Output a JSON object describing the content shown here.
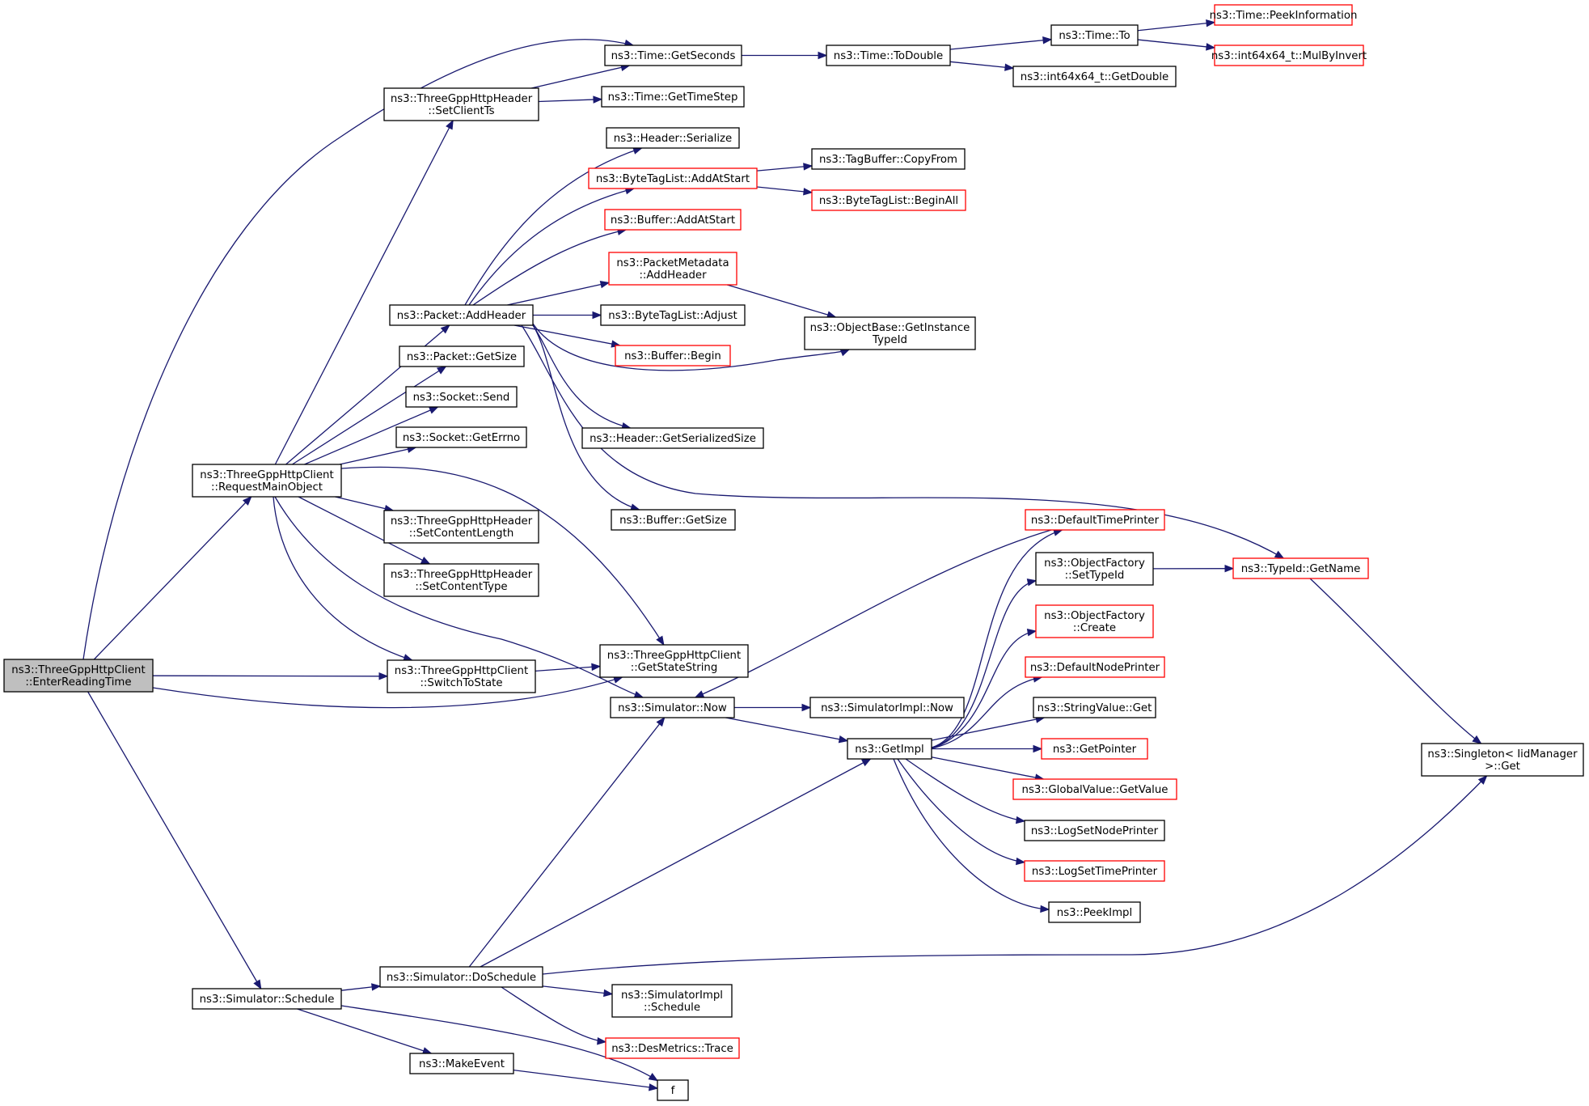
{
  "colors": {
    "edge": "#191970",
    "box_border": "#000000",
    "box_border_incomplete": "#ff0000",
    "root_fill": "#bfbfbf",
    "box_fill": "#ffffff"
  },
  "nodes": [
    {
      "id": "enterreadingtime",
      "lines": [
        "ns3::ThreeGppHttpClient",
        "::EnterReadingTime"
      ],
      "style": "root"
    },
    {
      "id": "getseconds",
      "lines": [
        "ns3::Time::GetSeconds"
      ],
      "style": "normal"
    },
    {
      "id": "todouble",
      "lines": [
        "ns3::Time::ToDouble"
      ],
      "style": "normal"
    },
    {
      "id": "timeto",
      "lines": [
        "ns3::Time::To"
      ],
      "style": "normal"
    },
    {
      "id": "peekinformation",
      "lines": [
        "ns3::Time::PeekInformation"
      ],
      "style": "red"
    },
    {
      "id": "mulbyinvert",
      "lines": [
        "ns3::int64x64_t::MulByInvert"
      ],
      "style": "red"
    },
    {
      "id": "getdouble",
      "lines": [
        "ns3::int64x64_t::GetDouble"
      ],
      "style": "normal"
    },
    {
      "id": "setclientts",
      "lines": [
        "ns3::ThreeGppHttpHeader",
        "::SetClientTs"
      ],
      "style": "normal"
    },
    {
      "id": "gettimestep",
      "lines": [
        "ns3::Time::GetTimeStep"
      ],
      "style": "normal"
    },
    {
      "id": "headerserialize",
      "lines": [
        "ns3::Header::Serialize"
      ],
      "style": "normal"
    },
    {
      "id": "bytetaglistaddatstart",
      "lines": [
        "ns3::ByteTagList::AddAtStart"
      ],
      "style": "red"
    },
    {
      "id": "tagbuffercopyfrom",
      "lines": [
        "ns3::TagBuffer::CopyFrom"
      ],
      "style": "normal"
    },
    {
      "id": "bytetaglistbeginall",
      "lines": [
        "ns3::ByteTagList::BeginAll"
      ],
      "style": "red"
    },
    {
      "id": "bufferaddatstart",
      "lines": [
        "ns3::Buffer::AddAtStart"
      ],
      "style": "red"
    },
    {
      "id": "packetmetadataaddheader",
      "lines": [
        "ns3::PacketMetadata",
        "::AddHeader"
      ],
      "style": "red"
    },
    {
      "id": "getinstancetypeid",
      "lines": [
        "ns3::ObjectBase::GetInstance",
        "TypeId"
      ],
      "style": "normal"
    },
    {
      "id": "packetaddheader",
      "lines": [
        "ns3::Packet::AddHeader"
      ],
      "style": "normal"
    },
    {
      "id": "bytetaglistadjust",
      "lines": [
        "ns3::ByteTagList::Adjust"
      ],
      "style": "normal"
    },
    {
      "id": "bufferbegin",
      "lines": [
        "ns3::Buffer::Begin"
      ],
      "style": "red"
    },
    {
      "id": "packetgetsize",
      "lines": [
        "ns3::Packet::GetSize"
      ],
      "style": "normal"
    },
    {
      "id": "socketsend",
      "lines": [
        "ns3::Socket::Send"
      ],
      "style": "normal"
    },
    {
      "id": "socketgeterrno",
      "lines": [
        "ns3::Socket::GetErrno"
      ],
      "style": "normal"
    },
    {
      "id": "headergetserializedsize",
      "lines": [
        "ns3::Header::GetSerializedSize"
      ],
      "style": "normal"
    },
    {
      "id": "requestmainobject",
      "lines": [
        "ns3::ThreeGppHttpClient",
        "::RequestMainObject"
      ],
      "style": "normal"
    },
    {
      "id": "buffergetsize",
      "lines": [
        "ns3::Buffer::GetSize"
      ],
      "style": "normal"
    },
    {
      "id": "setcontentlength",
      "lines": [
        "ns3::ThreeGppHttpHeader",
        "::SetContentLength"
      ],
      "style": "normal"
    },
    {
      "id": "setcontenttype",
      "lines": [
        "ns3::ThreeGppHttpHeader",
        "::SetContentType"
      ],
      "style": "normal"
    },
    {
      "id": "defaulttimeprinter",
      "lines": [
        "ns3::DefaultTimePrinter"
      ],
      "style": "red"
    },
    {
      "id": "objectfactorysettypeid",
      "lines": [
        "ns3::ObjectFactory",
        "::SetTypeId"
      ],
      "style": "normal"
    },
    {
      "id": "typeidgetname",
      "lines": [
        "ns3::TypeId::GetName"
      ],
      "style": "red"
    },
    {
      "id": "objectfactorycreate",
      "lines": [
        "ns3::ObjectFactory",
        "::Create"
      ],
      "style": "red"
    },
    {
      "id": "switchtostate",
      "lines": [
        "ns3::ThreeGppHttpClient",
        "::SwitchToState"
      ],
      "style": "normal"
    },
    {
      "id": "getstatestring",
      "lines": [
        "ns3::ThreeGppHttpClient",
        "::GetStateString"
      ],
      "style": "normal"
    },
    {
      "id": "defaultnodeprinter",
      "lines": [
        "ns3::DefaultNodePrinter"
      ],
      "style": "red"
    },
    {
      "id": "simulatornow",
      "lines": [
        "ns3::Simulator::Now"
      ],
      "style": "normal"
    },
    {
      "id": "simulatorimplnow",
      "lines": [
        "ns3::SimulatorImpl::Now"
      ],
      "style": "normal"
    },
    {
      "id": "stringvalueget",
      "lines": [
        "ns3::StringValue::Get"
      ],
      "style": "normal"
    },
    {
      "id": "getimpl",
      "lines": [
        "ns3::GetImpl"
      ],
      "style": "normal"
    },
    {
      "id": "getpointer",
      "lines": [
        "ns3::GetPointer"
      ],
      "style": "red"
    },
    {
      "id": "singletonget",
      "lines": [
        "ns3::Singleton< IidManager",
        " >::Get"
      ],
      "style": "normal"
    },
    {
      "id": "globalvaluegetvalue",
      "lines": [
        "ns3::GlobalValue::GetValue"
      ],
      "style": "red"
    },
    {
      "id": "logsetnodeprinter",
      "lines": [
        "ns3::LogSetNodePrinter"
      ],
      "style": "normal"
    },
    {
      "id": "logsettimeprinter",
      "lines": [
        "ns3::LogSetTimePrinter"
      ],
      "style": "red"
    },
    {
      "id": "peekimpl",
      "lines": [
        "ns3::PeekImpl"
      ],
      "style": "normal"
    },
    {
      "id": "doschedule",
      "lines": [
        "ns3::Simulator::DoSchedule"
      ],
      "style": "normal"
    },
    {
      "id": "simulatorschedule",
      "lines": [
        "ns3::Simulator::Schedule"
      ],
      "style": "normal"
    },
    {
      "id": "simulatorimplschedule",
      "lines": [
        "ns3::SimulatorImpl",
        "::Schedule"
      ],
      "style": "normal"
    },
    {
      "id": "desmetricstrace",
      "lines": [
        "ns3::DesMetrics::Trace"
      ],
      "style": "red"
    },
    {
      "id": "makeevent",
      "lines": [
        "ns3::MakeEvent"
      ],
      "style": "normal"
    },
    {
      "id": "f",
      "lines": [
        "f"
      ],
      "style": "normal"
    }
  ],
  "edges": [
    [
      "enterreadingtime",
      "getseconds"
    ],
    [
      "enterreadingtime",
      "requestmainobject"
    ],
    [
      "enterreadingtime",
      "switchtostate"
    ],
    [
      "enterreadingtime",
      "getstatestring"
    ],
    [
      "enterreadingtime",
      "simulatorschedule"
    ],
    [
      "getseconds",
      "todouble"
    ],
    [
      "todouble",
      "timeto"
    ],
    [
      "todouble",
      "getdouble"
    ],
    [
      "timeto",
      "peekinformation"
    ],
    [
      "timeto",
      "mulbyinvert"
    ],
    [
      "setclientts",
      "getseconds"
    ],
    [
      "setclientts",
      "gettimestep"
    ],
    [
      "requestmainobject",
      "setclientts"
    ],
    [
      "requestmainobject",
      "packetaddheader"
    ],
    [
      "requestmainobject",
      "packetgetsize"
    ],
    [
      "requestmainobject",
      "socketsend"
    ],
    [
      "requestmainobject",
      "socketgeterrno"
    ],
    [
      "requestmainobject",
      "getstatestring"
    ],
    [
      "requestmainobject",
      "setcontentlength"
    ],
    [
      "requestmainobject",
      "setcontenttype"
    ],
    [
      "requestmainobject",
      "switchtostate"
    ],
    [
      "requestmainobject",
      "simulatornow"
    ],
    [
      "packetaddheader",
      "headerserialize"
    ],
    [
      "packetaddheader",
      "bytetaglistaddatstart"
    ],
    [
      "packetaddheader",
      "bufferaddatstart"
    ],
    [
      "packetaddheader",
      "packetmetadataaddheader"
    ],
    [
      "packetaddheader",
      "bytetaglistadjust"
    ],
    [
      "packetaddheader",
      "bufferbegin"
    ],
    [
      "packetaddheader",
      "getinstancetypeid"
    ],
    [
      "packetaddheader",
      "headergetserializedsize"
    ],
    [
      "packetaddheader",
      "buffergetsize"
    ],
    [
      "packetaddheader",
      "typeidgetname"
    ],
    [
      "bytetaglistaddatstart",
      "tagbuffercopyfrom"
    ],
    [
      "bytetaglistaddatstart",
      "bytetaglistbeginall"
    ],
    [
      "packetmetadataaddheader",
      "getinstancetypeid"
    ],
    [
      "switchtostate",
      "getstatestring"
    ],
    [
      "simulatornow",
      "simulatorimplnow"
    ],
    [
      "simulatornow",
      "getimpl"
    ],
    [
      "getimpl",
      "defaulttimeprinter"
    ],
    [
      "getimpl",
      "objectfactorysettypeid"
    ],
    [
      "getimpl",
      "objectfactorycreate"
    ],
    [
      "getimpl",
      "defaultnodeprinter"
    ],
    [
      "getimpl",
      "stringvalueget"
    ],
    [
      "getimpl",
      "getpointer"
    ],
    [
      "getimpl",
      "globalvaluegetvalue"
    ],
    [
      "getimpl",
      "logsetnodeprinter"
    ],
    [
      "getimpl",
      "logsettimeprinter"
    ],
    [
      "getimpl",
      "peekimpl"
    ],
    [
      "defaulttimeprinter",
      "simulatornow"
    ],
    [
      "objectfactorysettypeid",
      "typeidgetname"
    ],
    [
      "typeidgetname",
      "singletonget"
    ],
    [
      "simulatorschedule",
      "doschedule"
    ],
    [
      "simulatorschedule",
      "makeevent"
    ],
    [
      "simulatorschedule",
      "f"
    ],
    [
      "doschedule",
      "simulatornow"
    ],
    [
      "doschedule",
      "getimpl"
    ],
    [
      "doschedule",
      "singletonget"
    ],
    [
      "doschedule",
      "simulatorimplschedule"
    ],
    [
      "doschedule",
      "desmetricstrace"
    ],
    [
      "makeevent",
      "f"
    ]
  ]
}
